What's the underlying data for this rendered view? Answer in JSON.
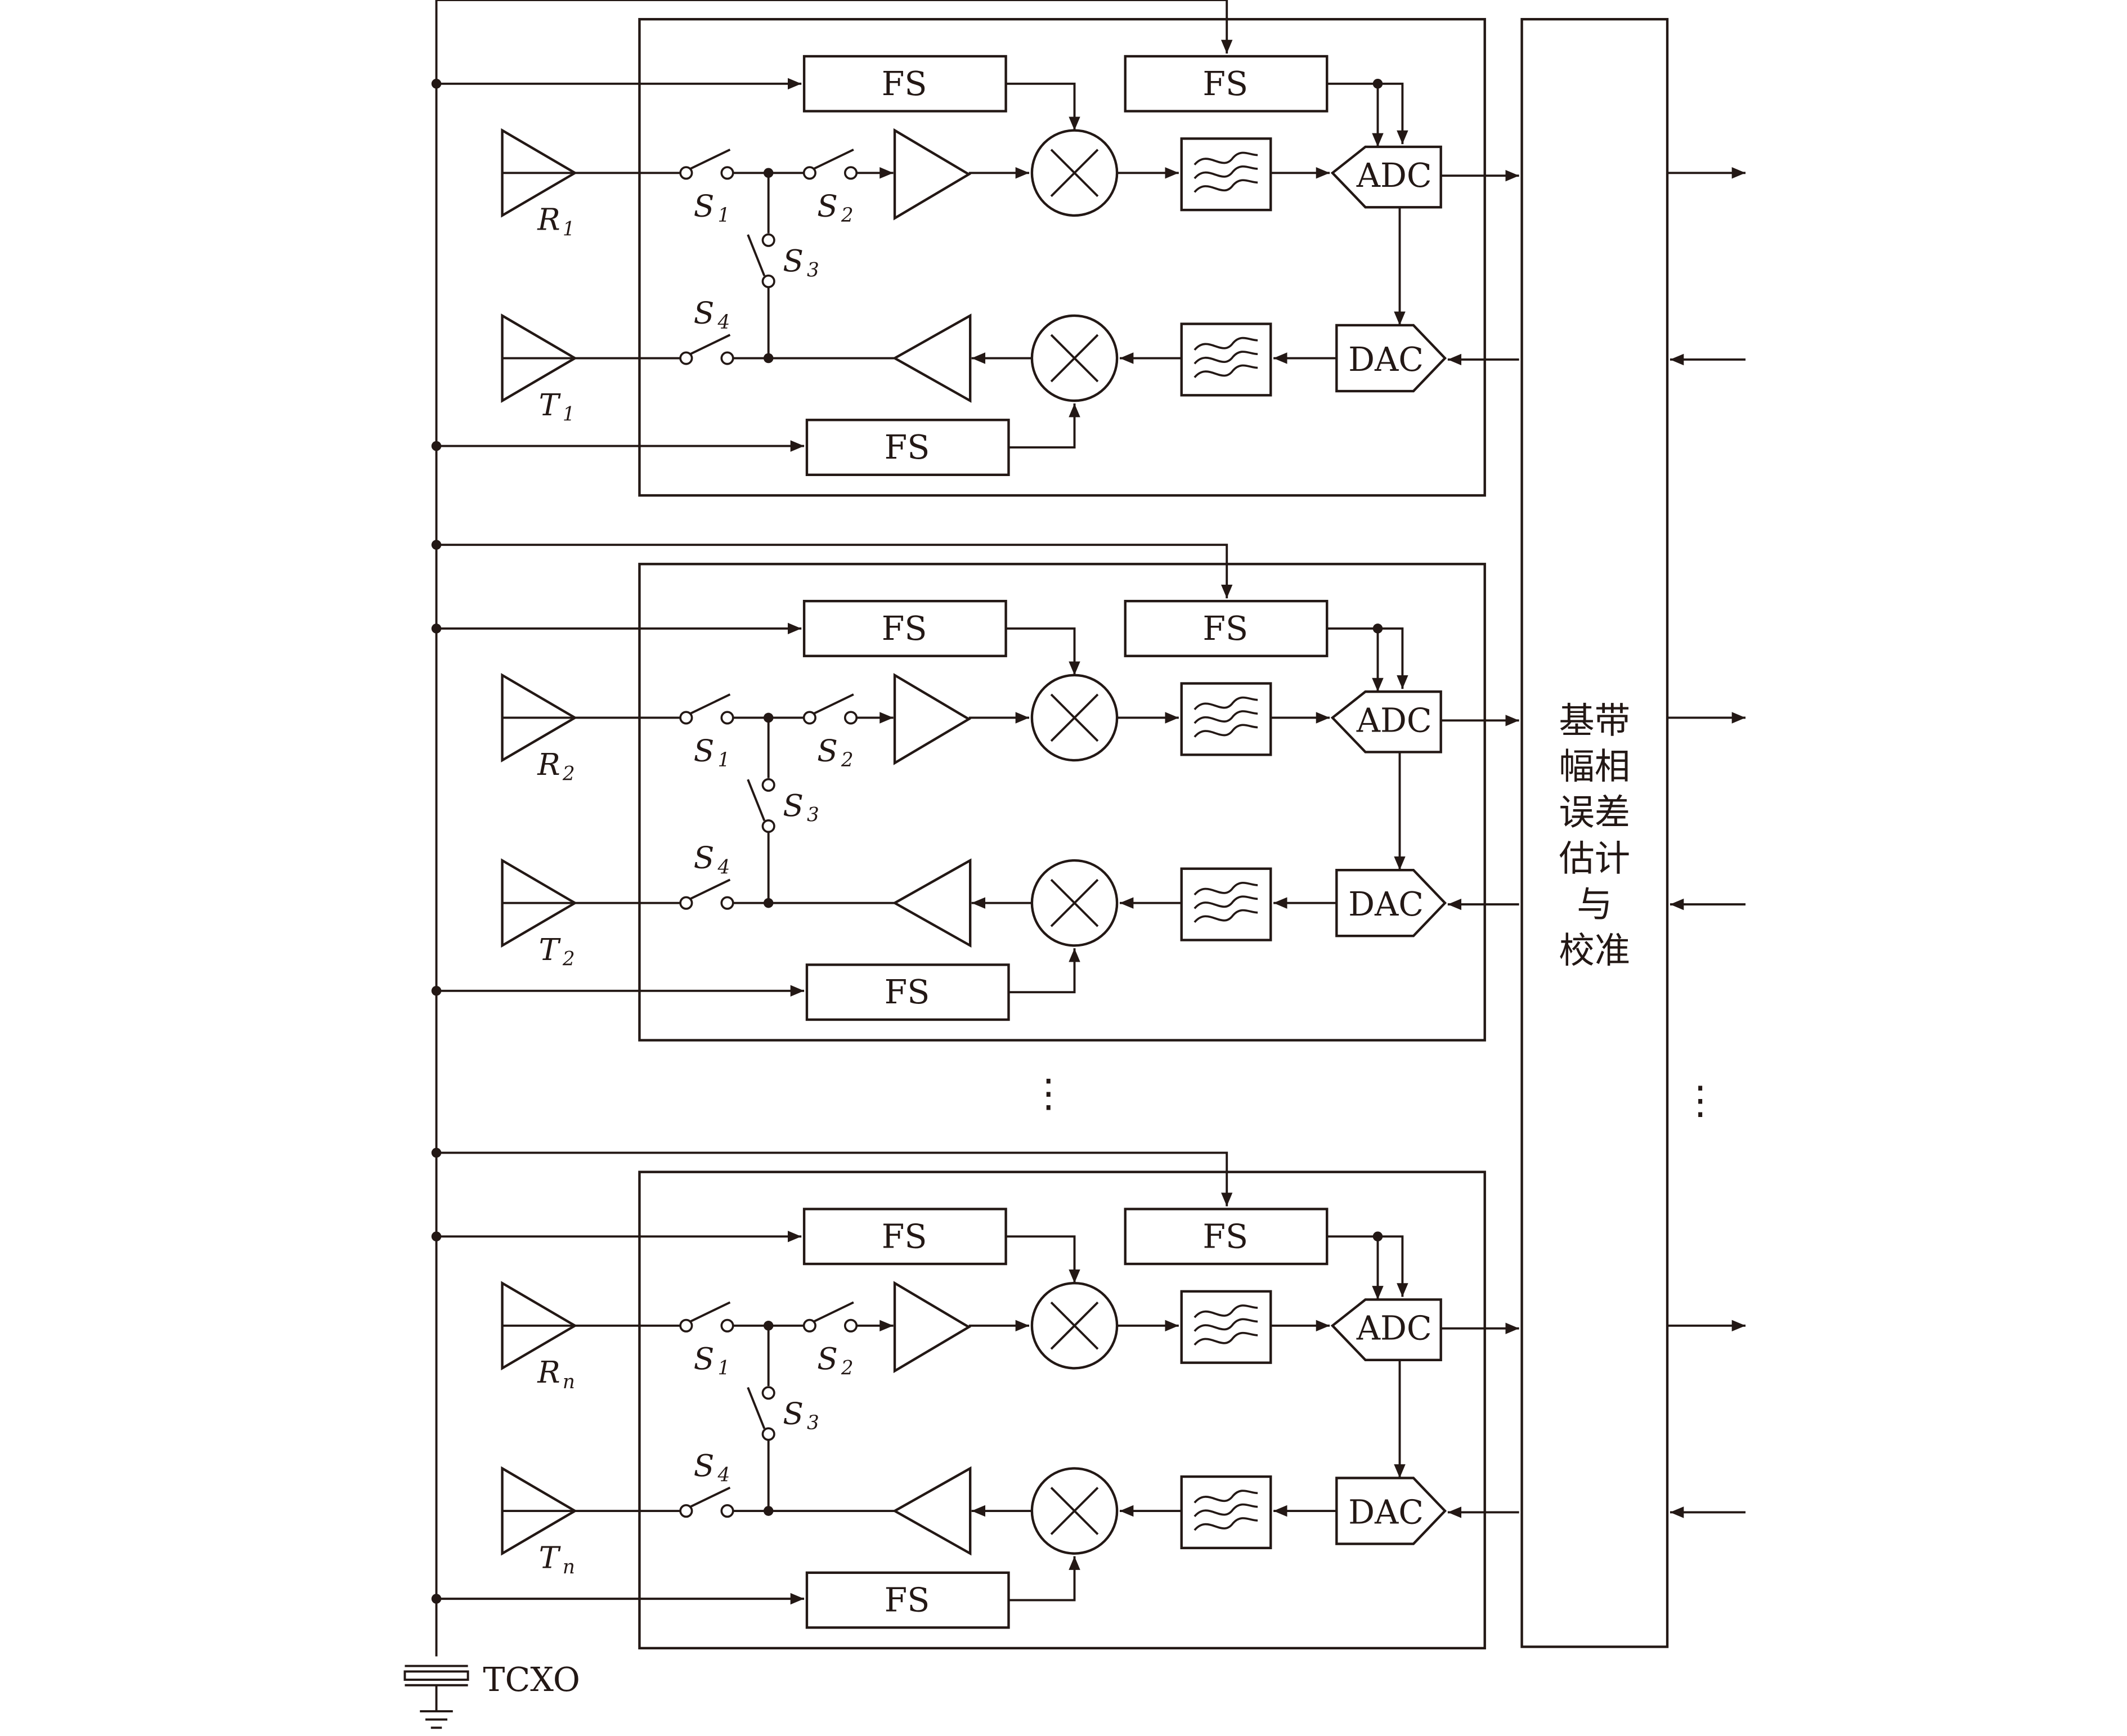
{
  "channels": [
    {
      "fs_rx": "FS",
      "fs_adc": "FS",
      "fs_tx": "FS",
      "adc": "ADC",
      "dac": "DAC",
      "rx_antenna": {
        "letter": "R",
        "sub": "1"
      },
      "tx_antenna": {
        "letter": "T",
        "sub": "1"
      },
      "switches": [
        {
          "letter": "S",
          "sub": "1"
        },
        {
          "letter": "S",
          "sub": "2"
        },
        {
          "letter": "S",
          "sub": "3"
        },
        {
          "letter": "S",
          "sub": "4"
        }
      ]
    },
    {
      "fs_rx": "FS",
      "fs_adc": "FS",
      "fs_tx": "FS",
      "adc": "ADC",
      "dac": "DAC",
      "rx_antenna": {
        "letter": "R",
        "sub": "2"
      },
      "tx_antenna": {
        "letter": "T",
        "sub": "2"
      },
      "switches": [
        {
          "letter": "S",
          "sub": "1"
        },
        {
          "letter": "S",
          "sub": "2"
        },
        {
          "letter": "S",
          "sub": "3"
        },
        {
          "letter": "S",
          "sub": "4"
        }
      ]
    },
    {
      "fs_rx": "FS",
      "fs_adc": "FS",
      "fs_tx": "FS",
      "adc": "ADC",
      "dac": "DAC",
      "rx_antenna": {
        "letter": "R",
        "sub": "n"
      },
      "tx_antenna": {
        "letter": "T",
        "sub": "n"
      },
      "switches": [
        {
          "letter": "S",
          "sub": "1"
        },
        {
          "letter": "S",
          "sub": "2"
        },
        {
          "letter": "S",
          "sub": "3"
        },
        {
          "letter": "S",
          "sub": "4"
        }
      ]
    }
  ],
  "baseband": {
    "lines": [
      "基带",
      "幅相",
      "误差",
      "估计",
      "与",
      "校准"
    ]
  },
  "oscillator": {
    "label": "TCXO"
  },
  "ellipsis": "⋮",
  "colors": {
    "line": "#231815",
    "background": "#ffffff"
  }
}
